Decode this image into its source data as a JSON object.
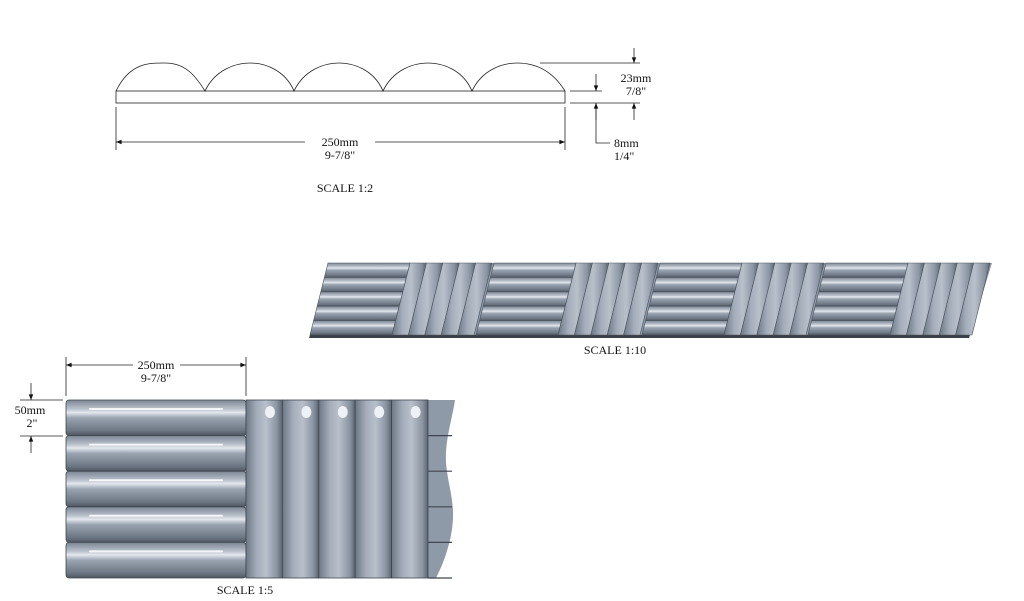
{
  "profile_view": {
    "length_mm": "250mm",
    "length_in": "9-7/8\"",
    "height_mm": "23mm",
    "height_in": "7/8\"",
    "base_mm": "8mm",
    "base_in": "1/4\"",
    "scale": "SCALE 1:2"
  },
  "strip_view": {
    "scale": "SCALE 1:10"
  },
  "detail_view": {
    "width_mm": "250mm",
    "width_in": "9-7/8\"",
    "rib_mm": "50mm",
    "rib_in": "2\"",
    "scale": "SCALE 1:5"
  },
  "colors": {
    "surface": "#8f9aa8",
    "surface_light": "#c7ced8",
    "surface_dark": "#5b6470"
  }
}
